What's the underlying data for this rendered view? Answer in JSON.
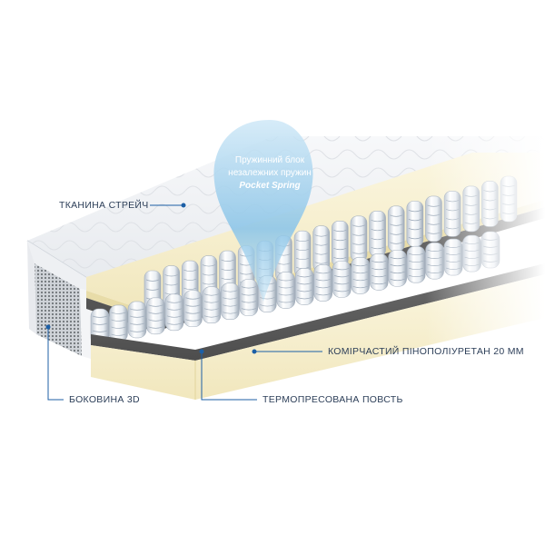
{
  "colors": {
    "leader": "#1c5fa6",
    "label_text": "#2c3e58",
    "bubble": "#8ec6e8"
  },
  "labels": {
    "stretch_fabric": "ТКАНИНА СТРЕЙЧ",
    "cellular_foam": "КОМІРЧАСТИЙ ПІНОПОЛІУРЕТАН 20 ММ",
    "side_3d": "БОКОВИНА 3D",
    "felt": "ТЕРМОПРЕСОВАНА ПОВСТЬ"
  },
  "bubble": {
    "line1": "Пружинний блок",
    "line2": "незалежних пружин",
    "line3": "Pocket Spring"
  }
}
